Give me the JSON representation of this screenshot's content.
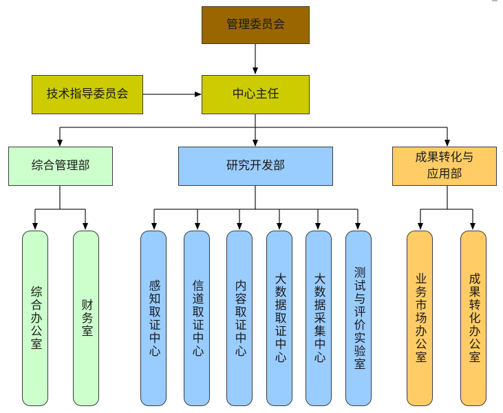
{
  "diagram": {
    "top": {
      "label": "管理委员会",
      "color": "#996600"
    },
    "center": {
      "label": "中心主任",
      "color": "#cccc00"
    },
    "advisory": {
      "label": "技术指导委员会",
      "color": "#cccc00"
    },
    "departments": [
      {
        "label": "综合管理部",
        "color": "#ccffcc",
        "units": [
          "综合办公室",
          "财务室"
        ]
      },
      {
        "label": "研究开发部",
        "color": "#99ccff",
        "units": [
          "感知取证中心",
          "信道取证中心",
          "内容取证中心",
          "大数据取证中心",
          "大数据采集中心",
          "测试与评价实验室"
        ]
      },
      {
        "label": "成果转化与应用部",
        "label_lines": [
          "成果转化与",
          "应用部"
        ],
        "color": "#ffcc66",
        "units": [
          "业务市场办公室",
          "成果转化办公室"
        ]
      }
    ]
  }
}
